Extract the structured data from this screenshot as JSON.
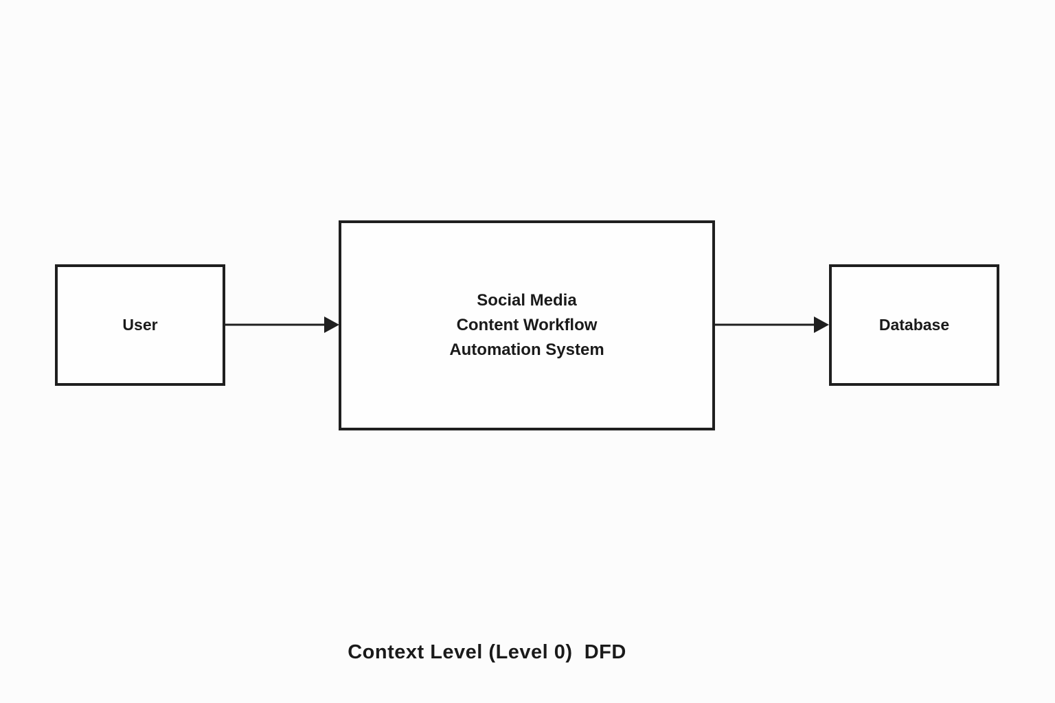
{
  "diagram": {
    "title": "Context Level (Level 0)  DFD",
    "nodes": {
      "user": {
        "label": "User"
      },
      "system": {
        "lines": [
          "Social Media",
          "Content Workflow",
          "Automation System"
        ]
      },
      "database": {
        "label": "Database"
      }
    },
    "arrows": [
      {
        "name": "user-to-system",
        "from": "User",
        "to": "Social Media Content Workflow Automation System",
        "direction": "right"
      },
      {
        "name": "system-to-database",
        "from": "Social Media Content Workflow Automation System",
        "to": "Database",
        "direction": "right"
      }
    ],
    "colors": {
      "stroke": "#1f1f1f",
      "node_fill": "#fefefe",
      "background": "#fcfcfc",
      "text": "#1a1a1a"
    }
  }
}
